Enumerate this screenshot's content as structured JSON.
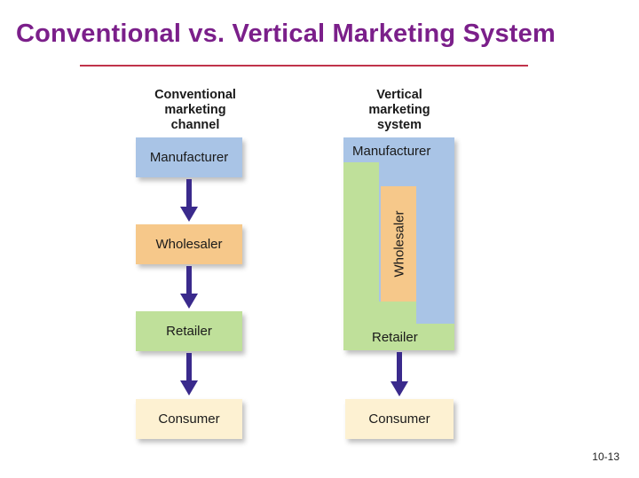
{
  "slide": {
    "title": "Conventional vs. Vertical Marketing System",
    "page_number": "10-13"
  },
  "conventional": {
    "heading_lines": [
      "Conventional",
      "marketing",
      "channel"
    ],
    "boxes": [
      {
        "label": "Manufacturer",
        "color": "#a9c4e6"
      },
      {
        "label": "Wholesaler",
        "color": "#f6c88a"
      },
      {
        "label": "Retailer",
        "color": "#bfe09a"
      },
      {
        "label": "Consumer",
        "color": "#fdf1d2"
      }
    ]
  },
  "vertical": {
    "heading_lines": [
      "Vertical",
      "marketing",
      "system"
    ],
    "manufacturer": {
      "label": "Manufacturer",
      "color": "#a9c4e6"
    },
    "wholesaler": {
      "label": "Wholesaler",
      "color": "#f6c88a"
    },
    "retailer": {
      "label": "Retailer",
      "color": "#bfe09a"
    },
    "consumer": {
      "label": "Consumer",
      "color": "#fdf1d2"
    }
  },
  "colors": {
    "title": "#7b1f8a",
    "rule": "#c0334a",
    "arrow": "#3a2a8c"
  },
  "icons": {
    "arrow": "arrow-down-icon"
  }
}
